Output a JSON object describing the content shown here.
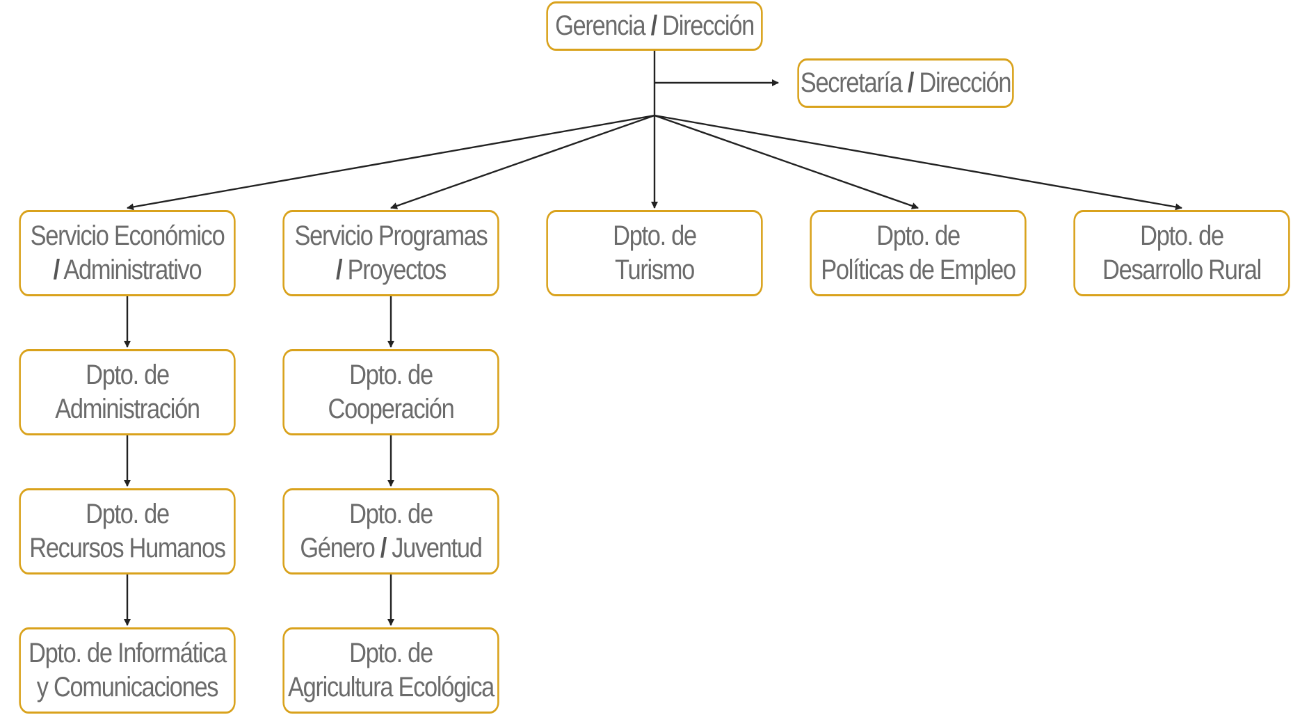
{
  "accent_border": "#d9a21c",
  "text_color": "#6b6b6b",
  "connector_color": "#222222",
  "nodes": {
    "gerencia": {
      "line1_a": "Gerencia",
      "slash": "/",
      "line1_b": "Dirección"
    },
    "secretaria": {
      "line1_a": "Secretaría",
      "slash": "/",
      "line1_b": "Dirección"
    },
    "serv_econ": {
      "line1": "Servicio Económico",
      "slash": "/",
      "line2": "Administrativo"
    },
    "serv_prog": {
      "line1": "Servicio Programas",
      "slash": "/",
      "line2": "Proyectos"
    },
    "turismo": {
      "line1": "Dpto. de",
      "line2": "Turismo"
    },
    "politicas": {
      "line1": "Dpto. de",
      "line2": "Políticas de Empleo"
    },
    "rural": {
      "line1": "Dpto. de",
      "line2": "Desarrollo Rural"
    },
    "admin": {
      "line1": "Dpto. de",
      "line2": "Administración"
    },
    "coop": {
      "line1": "Dpto. de",
      "line2": "Cooperación"
    },
    "rrhh": {
      "line1": "Dpto. de",
      "line2": "Recursos Humanos"
    },
    "genero": {
      "line1": "Dpto. de",
      "line2_a": "Género",
      "slash": "/",
      "line2_b": "Juventud"
    },
    "informatica": {
      "line1": "Dpto. de Informática",
      "line2": "y Comunicaciones"
    },
    "agricultura": {
      "line1": "Dpto. de",
      "line2": "Agricultura Ecológica"
    }
  }
}
